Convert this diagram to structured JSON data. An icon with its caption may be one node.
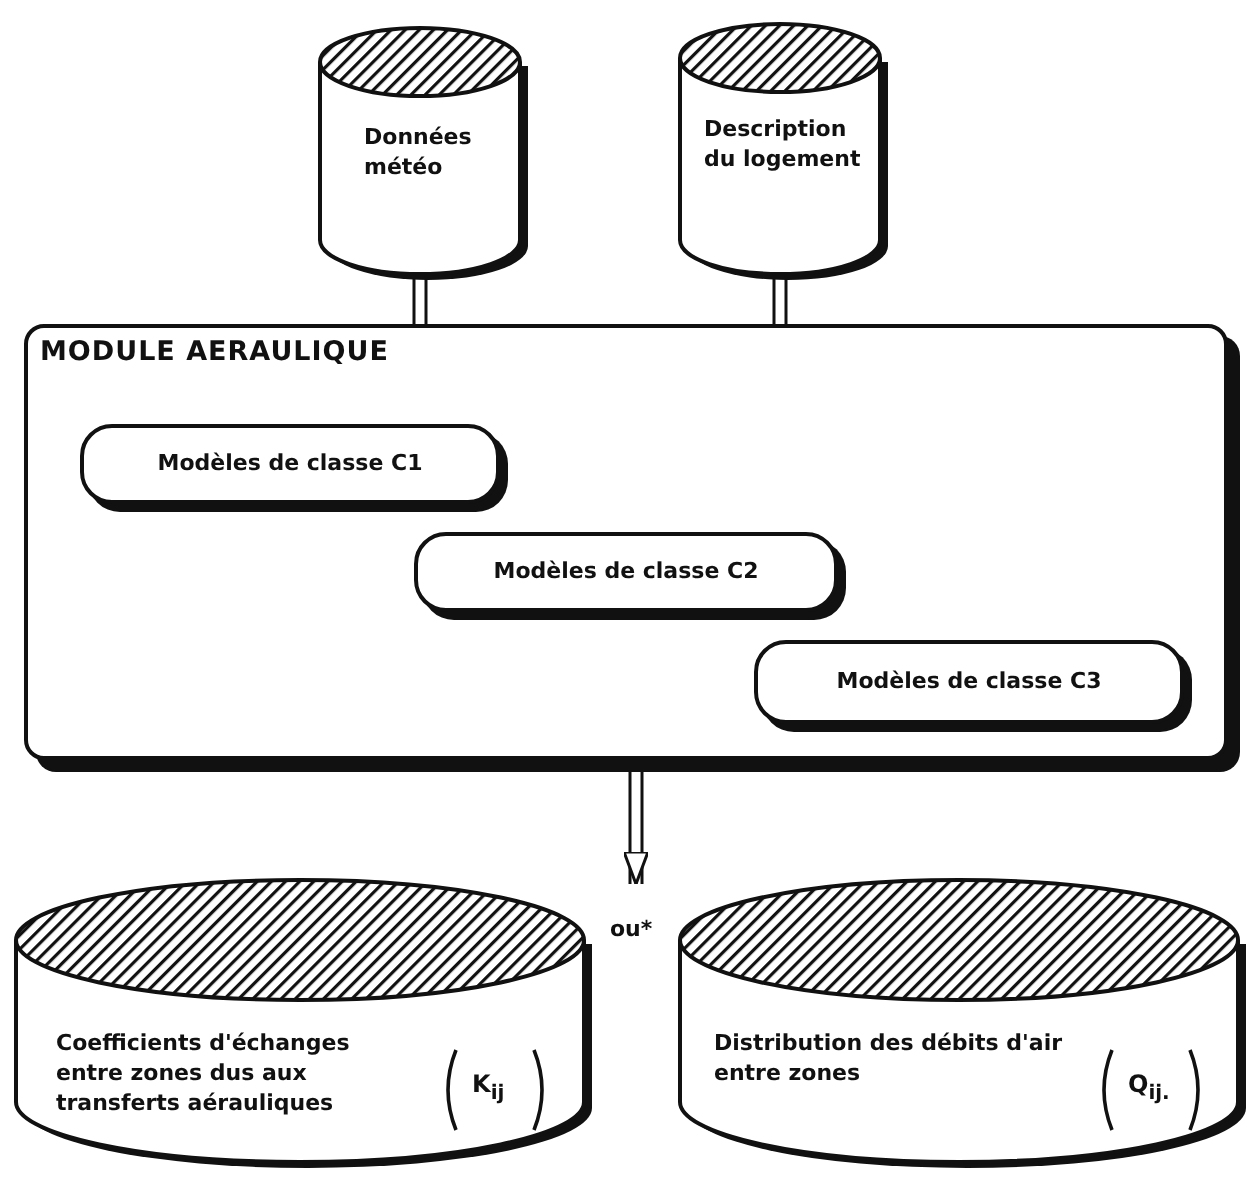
{
  "diagram": {
    "nodes": [
      {
        "text": [
          "Données météo"
        ]
      },
      {
        "text": [
          "Description du logement"
        ]
      },
      {
        "text": [
          "MODULE AERAULIQUE"
        ]
      },
      {
        "text": [
          "Modèles de classe C1"
        ],
        "in": 2
      },
      {
        "text": [
          "Modèles de classe C2"
        ],
        "in": 2
      },
      {
        "text": [
          "Modèles de classe C3"
        ],
        "in": 2
      },
      {
        "text": [
          "Coefficients d'échanges entre zones dus aux transferts aérauliques",
          "K$_{ij}$"
        ]
      },
      {
        "text": [
          "Distribution des débits d'air entre zones",
          "Q$_{ij.}$"
        ]
      }
    ],
    "edges": [
      {
        "from": 0,
        "to": 2,
        "arrow": "none"
      },
      {
        "from": 1,
        "to": 2,
        "arrow": "none"
      },
      {
        "from": 2,
        "to": 6,
        "arrow": "to"
      },
      {
        "from": 2,
        "to": 7,
        "arrow": "to"
      }
    ],
    "labels": [
      "ou*"
    ]
  }
}
